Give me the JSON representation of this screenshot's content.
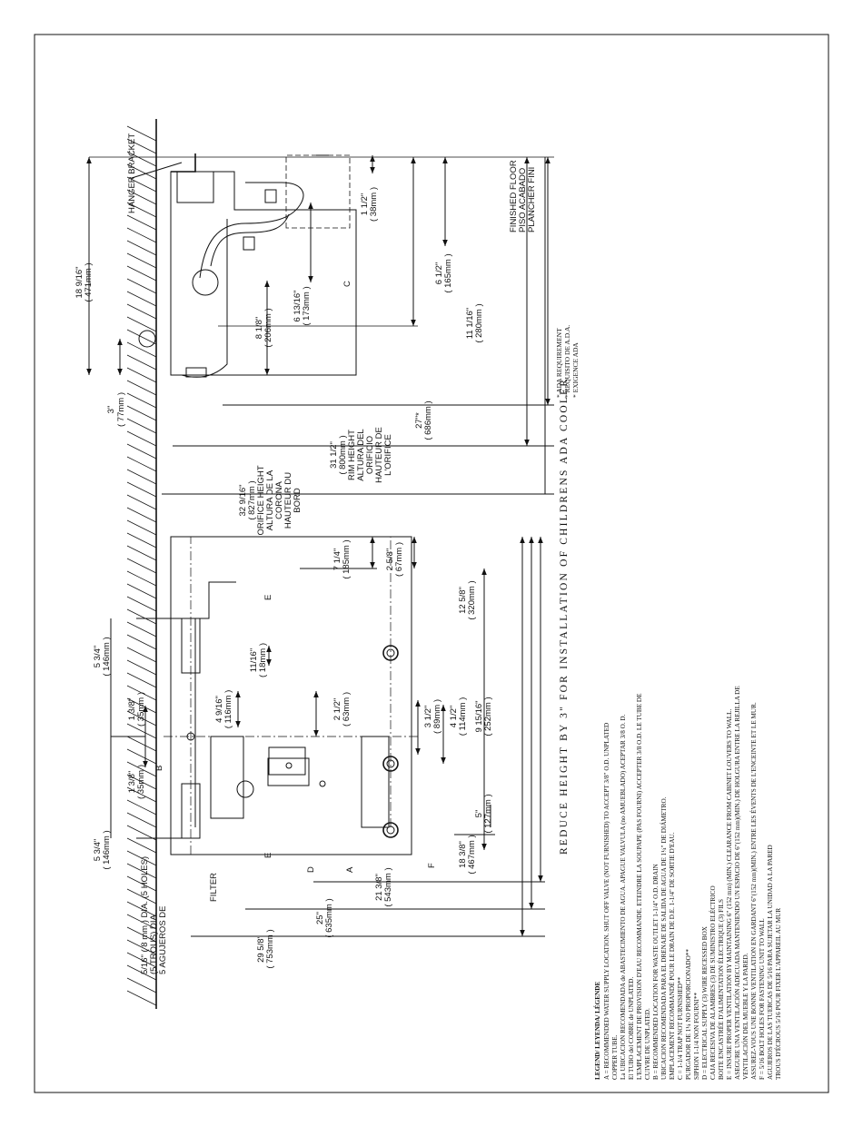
{
  "title": "REDUCE HEIGHT BY 3\" FOR INSTALLATION OF CHILDRENS ADA COOLER",
  "ada_notes": [
    "* ADA REQUIREMENT",
    "* REQUISITO DE A.D.A.",
    "* EXIGENCE ADA"
  ],
  "side_view": {
    "hanger_bracket": "HANGER BRACKET",
    "finished_floor": [
      "FINISHED FLOOR",
      "PISO ACABADO",
      "PLANCHER FINI"
    ],
    "orifice_height": [
      "ORIFICE HEIGHT",
      "ALTURA DE LA",
      "CORONA",
      "HAUTEUR DU",
      "BORD"
    ],
    "rim_height": [
      "RIM HEIGHT",
      "ALTURA DEL",
      "ORIFICIO",
      "HAUTEUR DE",
      "L'ORIFICE"
    ],
    "label_c": "C",
    "dims": {
      "d_18_9_16": [
        "18 9/16\"",
        "( 471mm )"
      ],
      "d_3": [
        "3\"",
        "( 77mm )"
      ],
      "d_8_1_8": [
        "8 1/8\"",
        "( 206mm )"
      ],
      "d_6_13_16": [
        "6 13/16\"",
        "( 173mm )"
      ],
      "d_1_1_2": [
        "1 1/2\"",
        "( 38mm )"
      ],
      "d_6_1_2": [
        "6 1/2\"",
        "( 165mm )"
      ],
      "d_11_1_16": [
        "11 1/16\"",
        "( 280mm )"
      ],
      "d_27": [
        "27\"*",
        "( 686mm )"
      ],
      "d_31_1_2": [
        "31 1/2\"",
        "( 800mm )"
      ],
      "d_32_9_16": [
        "32 9/16\"",
        "( 827mm )"
      ]
    }
  },
  "front_view": {
    "label_e": "E",
    "label_b": "B",
    "label_d": "D",
    "label_a": "A",
    "label_f": "F",
    "filter": "FILTER",
    "bolt_holes": [
      "5/16\" ( 8 mm ) DIA. (5 HOLES)",
      "(5 TROUS) DIA.",
      "5 AGUJEROS DE"
    ],
    "dims": {
      "d_5_3_4_top": [
        "5 3/4\"",
        "( 146mm )"
      ],
      "d_5_3_4_bottom": [
        "5 3/4\"",
        "( 146mm )"
      ],
      "d_1_3_8_a": [
        "1 3/8\"",
        "( 35mm )"
      ],
      "d_1_3_8_b": [
        "1 3/8\"",
        "( 35mm )"
      ],
      "d_11_16": [
        "11/16\"",
        "( 18mm )"
      ],
      "d_4_9_16": [
        "4 9/16\"",
        "( 116mm )"
      ],
      "d_2_1_2": [
        "2 1/2\"",
        "( 63mm )"
      ],
      "d_7_1_4": [
        "7 1/4\"",
        "( 185mm )"
      ],
      "d_2_5_8": [
        "2 5/8\"",
        "( 67mm )"
      ],
      "d_12_5_8": [
        "12 5/8\"",
        "( 320mm )"
      ],
      "d_3_1_2": [
        "3 1/2\"",
        "( 89mm )"
      ],
      "d_4_1_2": [
        "4 1/2\"",
        "( 114mm )"
      ],
      "d_9_15_16": [
        "9 15/16\"",
        "( 252mm )"
      ],
      "d_5": [
        "5\"",
        "( 127mm )"
      ],
      "d_18_3_8": [
        "18 3/8\"",
        "( 467mm )"
      ],
      "d_21_3_8": [
        "21 3/8\"",
        "( 543mm )"
      ],
      "d_25": [
        "25\"",
        "( 635mm )"
      ],
      "d_29_5_8": [
        "29 5/8\"",
        "( 753mm )"
      ]
    }
  },
  "legend": {
    "heading": "LEGEND/ LEYENDA/ LÉGENDE",
    "lines": [
      "A = RECOMMENDED WATER SUPPLY LOCATION.  SHUT OFF VALVE (NOT FURNISHED) TO ACCEPT 3/8\" O.D. UNPLATED",
      "      COPPER TUBE.",
      "      La UBICACION RECOMENDADA de ABASTECIMIENTO DE AGUA. APAGUE VALVULA (no AMUEBLADO) ACEPTAR 3/8 O. D.",
      "      El TUBO del COBRE de UNPLATED.",
      "      L'EMPLACEMENT DE PROVISION D'EAU RECOMMANDE. ETEINDRE LA SOUPAPE (PAS FOURNI) ACCEPTER 3/8 O.D. LE TUBE DE",
      "      CUIVRE DE UNPLATED.",
      "B = RECOMMENDED LOCATION FOR WASTE OUTLET 1-1/4\" O.D.  DRAIN",
      "      UBICACION RECOMENDADA PARA EL DRENAJE DE SALIDA DE AGUA DE 1¼\" DE DIÁMETRO.",
      "      EMPLACEMENT RECOMMANDÉ POUR LE DRAIN DE D.E. 1-1/4\" DE SORTIE D'EAU.",
      "C = 1-1/4  TRAP NOT FURNISHED**",
      "      PURGADOR DE 1¼ NO PROPORCIONADO**",
      "      SIPHON 1-1/4 NON FOURNI**",
      "D = ELECTRICAL SUPPLY (3) WIRE RECESSED BOX",
      "      CAJA RECESIVA DE ALAMBRES (3) DE SUMINISTRO ELÉCTRICO",
      "      BOITE ENCASTRÉE D'ALIMENTATION ÉLECTRIQUE (3) FILS",
      "E = INSURE PROPER VENTILATION BY MAINTAINING 6\" (152 mm) (MIN.) CLEARANCE FROM CABINET LOUVERS TO WALL.",
      "      ASEGURE UNA VENTILACIÓN ADECUADA MANTENIENDO UN ESPACIO DE 6\"(152 mm)(MIN.) DE HOLGURA ENTRE LA REJILLA DE",
      "      VENTILACIÓN DEL MUEBLE Y LA PARED.",
      "      ASSUREZ-VOUS UNE BONNE VENTILATION EN GARDANT 6\"(152 mm)(MIN.) ENTRE LES ÉVENTS DE L'ENCEINTE ET LE MUR.",
      "F = 5/16 BOLT HOLES FOR FASTENING UNIT TO WALL",
      "      AGUJEROS DE LAS TUERCAS DE 5/16 PARA SUJETAR LA UNIDAD A LA PARED",
      "      TROUS D'ÉCROUS 5/16 POUR FIXER L'APPAREIL AU MUR"
    ]
  }
}
